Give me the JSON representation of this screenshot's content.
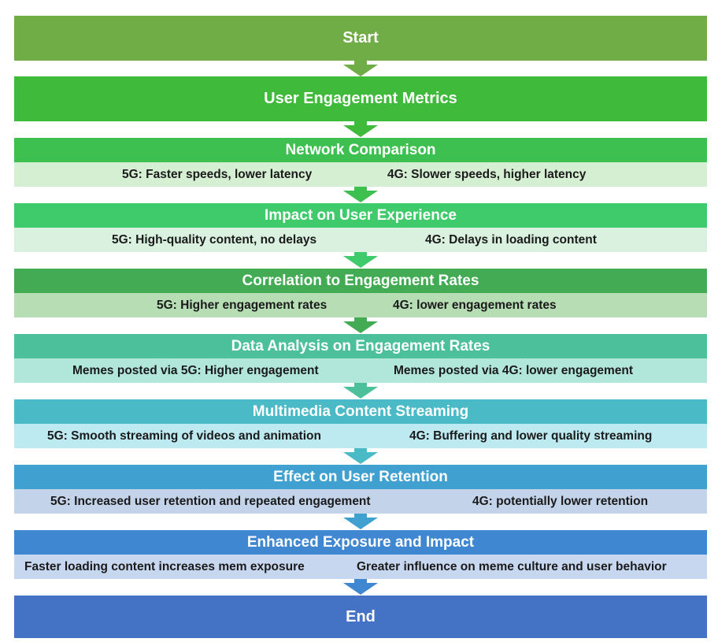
{
  "start": {
    "label": "Start",
    "color": "#70AD47"
  },
  "end": {
    "label": "End",
    "color": "#4472C4"
  },
  "metrics": {
    "label": "User Engagement Metrics",
    "color": "#3FBA3A"
  },
  "steps": [
    {
      "title": "Network Comparison",
      "color": "#3DC04F",
      "sub_color": "#D5EFD3",
      "left": "5G: Faster speeds, lower latency",
      "right": "4G: Slower speeds, higher latency"
    },
    {
      "title": "Impact on User Experience",
      "color": "#3FCB6B",
      "sub_color": "#D9F1DE",
      "left": "5G: High-quality content, no delays",
      "right": "4G: Delays in loading content"
    },
    {
      "title": "Correlation to Engagement Rates",
      "color": "#43AB54",
      "sub_color": "#B7DDB5",
      "left": "5G: Higher engagement rates",
      "right": "4G: lower engagement rates"
    },
    {
      "title": "Data Analysis on Engagement Rates",
      "color": "#4CC09B",
      "sub_color": "#B1E6DB",
      "left": "Memes posted via 5G: Higher engagement",
      "right": "Memes posted via 4G: lower engagement"
    },
    {
      "title": "Multimedia Content Streaming",
      "color": "#4ABAC7",
      "sub_color": "#BDE9F0",
      "left": "5G: Smooth streaming of videos and animation",
      "right": "4G: Buffering and lower quality streaming"
    },
    {
      "title": "Effect on User Retention",
      "color": "#40A1D1",
      "sub_color": "#C3D3EA",
      "left": "5G: Increased user retention and repeated engagement",
      "right": "4G: potentially lower retention"
    },
    {
      "title": "Enhanced Exposure and Impact",
      "color": "#3F88D1",
      "sub_color": "#C8D7F0",
      "left": "Faster loading content increases mem exposure",
      "right": "Greater influence on meme culture and user behavior"
    }
  ]
}
